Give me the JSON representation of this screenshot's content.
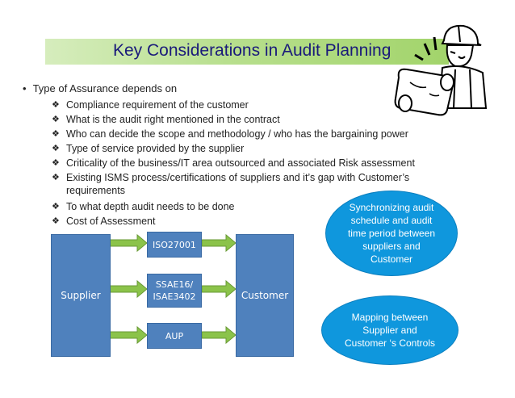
{
  "title": "Key Considerations in Audit Planning",
  "main_bullet": "Type of Assurance depends on",
  "sub_items": [
    " Compliance requirement of the customer",
    "What is the audit right mentioned in the contract",
    "Who  can decide the scope and methodology  / who has the bargaining power",
    "Type of service  provided by the supplier",
    "Criticality of the business/IT area outsourced and associated Risk assessment",
    "Existing ISMS process/certifications of suppliers and it’s gap with Customer’s",
    "To what depth audit needs to be done",
    "Cost of Assessment"
  ],
  "sub_item_continuation": "requirements",
  "diagram": {
    "supplier": "Supplier",
    "customer": "Customer",
    "standard_1": "ISO27001",
    "standard_2_line1": "SSAE16/",
    "standard_2_line2": "ISAE3402",
    "standard_3": "AUP"
  },
  "callouts": {
    "sync_lines": [
      "Synchronizing  audit",
      "schedule and audit",
      "time period between",
      "suppliers and",
      "Customer"
    ],
    "mapping_lines": [
      "Mapping between",
      "Supplier  and",
      "Customer ‘s Controls"
    ]
  },
  "colors": {
    "box_fill": "#4f81bd",
    "arrow_fill": "#8bc34a",
    "ellipse_fill": "#0f97dd",
    "title_color": "#1a1a7a",
    "title_bar": "#a2d46b"
  },
  "icons": {
    "bullet": "dot",
    "sub_bullet": "four-diamond",
    "illustration": "construction-worker-reading-plan"
  }
}
